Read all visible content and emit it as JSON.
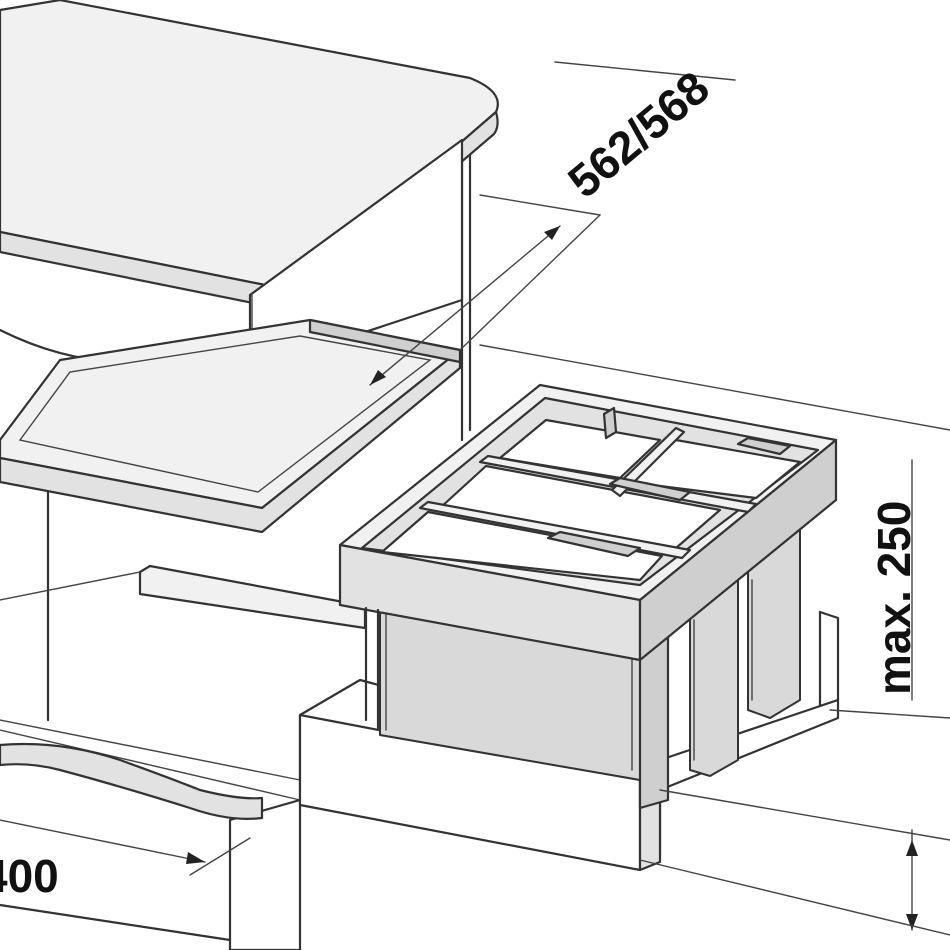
{
  "dimensions": {
    "depth_label": "562/568",
    "height_label": "max. 250",
    "width_label": "400"
  }
}
